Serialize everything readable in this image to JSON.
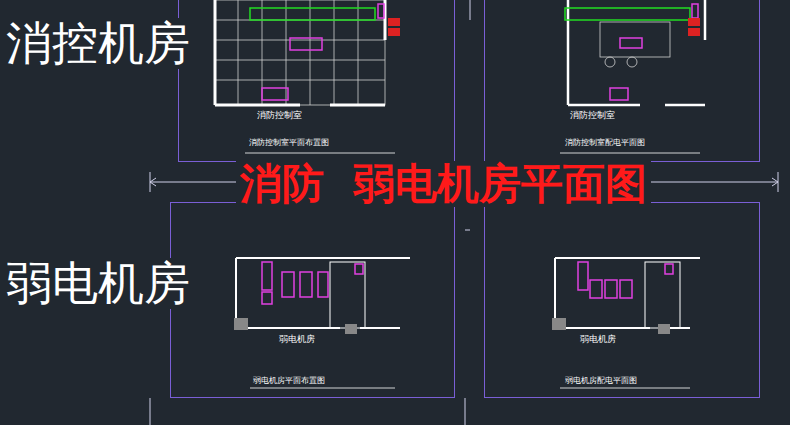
{
  "diagram": {
    "title": "消防  弱电机房平面图",
    "nodes": [
      {
        "text": [
          "消防控制室",
          "消防控制室平面布置图"
        ]
      },
      {
        "text": [
          "消防控制室",
          "消防控制室配电平面图"
        ]
      },
      {
        "text": [
          "弱电机房",
          "弱电机房平面布置图"
        ]
      },
      {
        "text": [
          "弱电机房",
          "弱电机房配电平面图"
        ]
      }
    ],
    "labels": [
      "消控机房",
      "弱电机房"
    ]
  }
}
